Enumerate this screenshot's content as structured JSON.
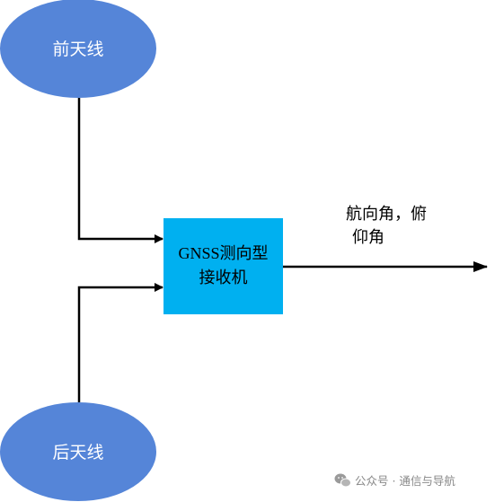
{
  "colors": {
    "antenna_fill": "#5585d8",
    "receiver_fill": "#00b0f0",
    "line": "#000000",
    "watermark": "#888888"
  },
  "front_antenna": {
    "label": "前天线"
  },
  "rear_antenna": {
    "label": "后天线"
  },
  "receiver": {
    "line1": "GNSS测向型",
    "line2": "接收机"
  },
  "output": {
    "line1": "航向角，俯",
    "line2": "仰角"
  },
  "watermark": {
    "icon": "wechat-icon",
    "text": "公众号 · 通信与导航"
  }
}
